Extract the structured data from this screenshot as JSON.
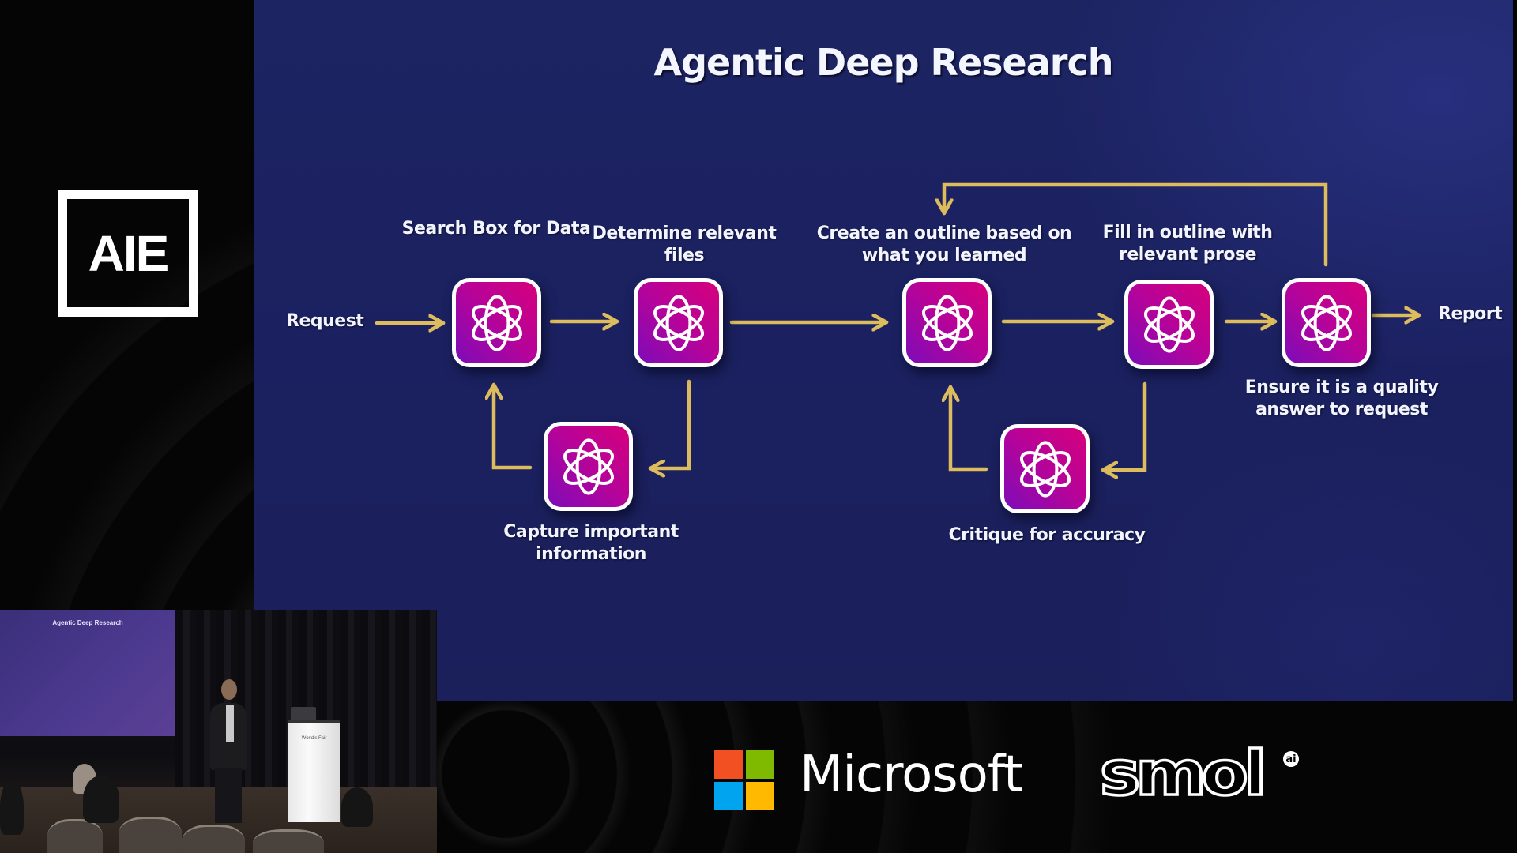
{
  "event_logo": {
    "text": "AIE"
  },
  "slide": {
    "title": "Agentic Deep Research",
    "input_label": "Request",
    "output_label": "Report",
    "steps": [
      {
        "id": "search",
        "label": [
          "Search Box for Data"
        ],
        "label_position": "above",
        "icon": "atom-icon"
      },
      {
        "id": "determine",
        "label": [
          "Determine relevant",
          "files"
        ],
        "label_position": "above",
        "icon": "atom-icon"
      },
      {
        "id": "capture",
        "label": [
          "Capture important",
          "information"
        ],
        "label_position": "below",
        "icon": "atom-icon"
      },
      {
        "id": "outline",
        "label": [
          "Create an outline based on",
          "what you learned"
        ],
        "label_position": "above",
        "icon": "atom-icon"
      },
      {
        "id": "fill",
        "label": [
          "Fill in outline with",
          "relevant prose"
        ],
        "label_position": "above",
        "icon": "atom-icon"
      },
      {
        "id": "critique",
        "label": [
          "Critique for accuracy"
        ],
        "label_position": "below",
        "icon": "atom-icon"
      },
      {
        "id": "ensure",
        "label": [
          "Ensure it is a quality",
          "answer to request"
        ],
        "label_position": "below",
        "icon": "atom-icon"
      }
    ],
    "edges": [
      {
        "from": "request",
        "to": "search"
      },
      {
        "from": "search",
        "to": "determine"
      },
      {
        "from": "determine",
        "to": "capture"
      },
      {
        "from": "capture",
        "to": "search"
      },
      {
        "from": "determine",
        "to": "outline"
      },
      {
        "from": "outline",
        "to": "fill"
      },
      {
        "from": "fill",
        "to": "critique"
      },
      {
        "from": "critique",
        "to": "outline"
      },
      {
        "from": "fill",
        "to": "ensure"
      },
      {
        "from": "ensure",
        "to": "outline"
      },
      {
        "from": "ensure",
        "to": "report"
      }
    ],
    "colors": {
      "background": "#1c2260",
      "arrow": "#dcbc5c",
      "node_gradient_start": "#d6007c",
      "node_gradient_end": "#7d0cb8",
      "text": "#f2f4ff"
    }
  },
  "camera": {
    "screen_title": "Agentic Deep Research",
    "podium_text": "World's Fair"
  },
  "sponsors": {
    "microsoft": {
      "name": "Microsoft",
      "colors": [
        "#f25022",
        "#7fba00",
        "#00a4ef",
        "#ffb900"
      ]
    },
    "smol": {
      "name": "smol",
      "superscript": "ai"
    }
  }
}
